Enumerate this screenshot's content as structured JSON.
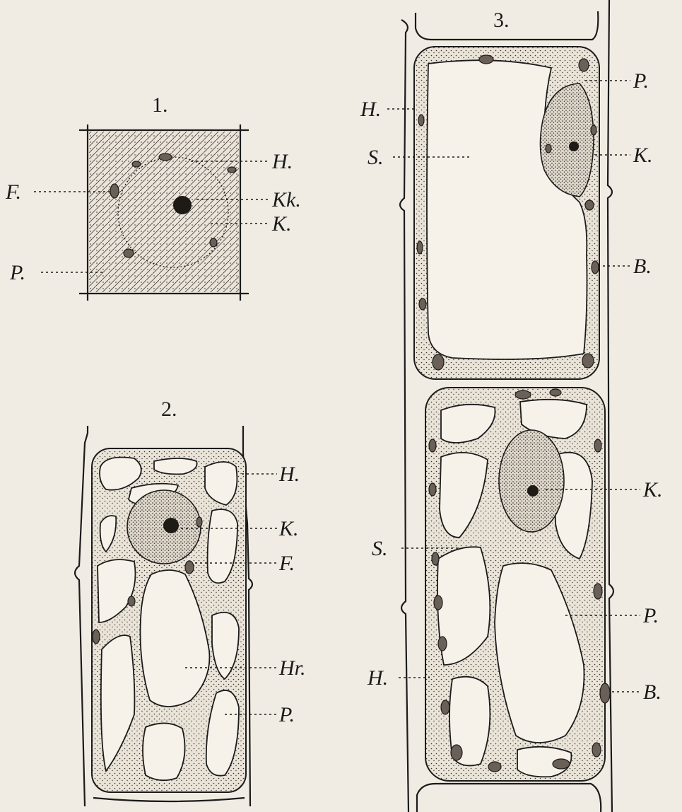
{
  "figures": [
    {
      "number": "1.",
      "labels": [
        "H.",
        "F.",
        "Kk.",
        "K.",
        "P."
      ]
    },
    {
      "number": "2.",
      "labels": [
        "H.",
        "K.",
        "F.",
        "Hr.",
        "P."
      ]
    },
    {
      "number": "3.",
      "labels": [
        "P.",
        "H.",
        "S.",
        "K.",
        "B.",
        "K.",
        "S.",
        "P.",
        "H.",
        "B."
      ]
    }
  ],
  "colors": {
    "ink": "#1b1b1b",
    "paper": "#f1ece3"
  }
}
